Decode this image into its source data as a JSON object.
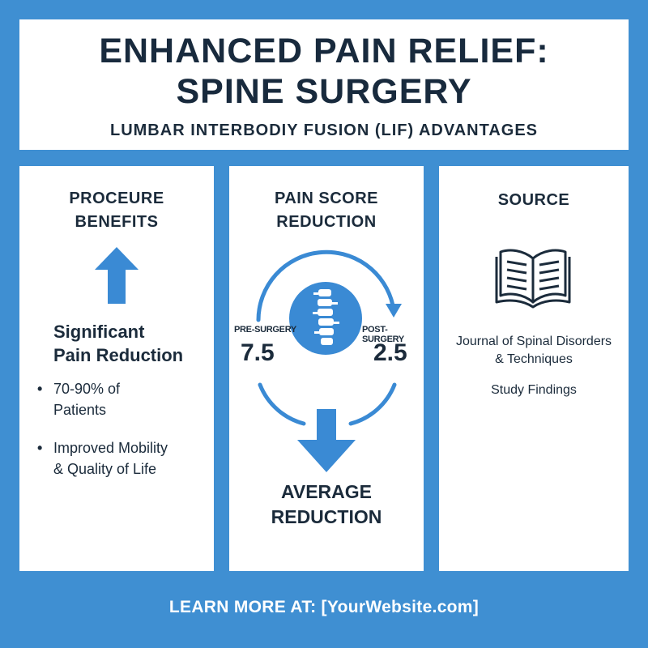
{
  "header": {
    "title_line1": "ENHANCED PAIN RELIEF:",
    "title_line2": "SPINE SURGERY",
    "subtitle": "LUMBAR INTERBODIY FUSION (LIF) ADVANTAGES"
  },
  "benefits": {
    "title_line1": "PROCEURE",
    "title_line2": "BENEFITS",
    "highlight_line1": "Significant",
    "highlight_line2": "Pain Reduction",
    "bullets": [
      {
        "line1": "70-90% of",
        "line2": "Patients"
      },
      {
        "line1": "Improved Mobility",
        "line2": "& Quality of Life"
      }
    ]
  },
  "pain_score": {
    "title_line1": "PAIN SCORE",
    "title_line2": "REDUCTION",
    "pre_label": "PRE-SURGERY",
    "pre_value": "7.5",
    "post_label": "POST-SURGERY",
    "post_value": "2.5",
    "footer_line1": "AVERAGE",
    "footer_line2": "REDUCTION"
  },
  "source": {
    "title": "SOURCE",
    "journal_line1": "Journal of Spinal Disorders",
    "journal_line2": "& Techniques",
    "findings": "Study Findings"
  },
  "footer": {
    "text": "LEARN MORE AT: [YourWebsite.com]"
  },
  "icons": {
    "up_arrow": "up-arrow-icon",
    "down_arrow": "down-arrow-icon",
    "spine": "spine-icon",
    "book": "open-book-icon"
  },
  "colors": {
    "background": "#3f8fd2",
    "accent": "#3a8ad4",
    "text": "#1b2b3b",
    "panel": "#ffffff"
  }
}
